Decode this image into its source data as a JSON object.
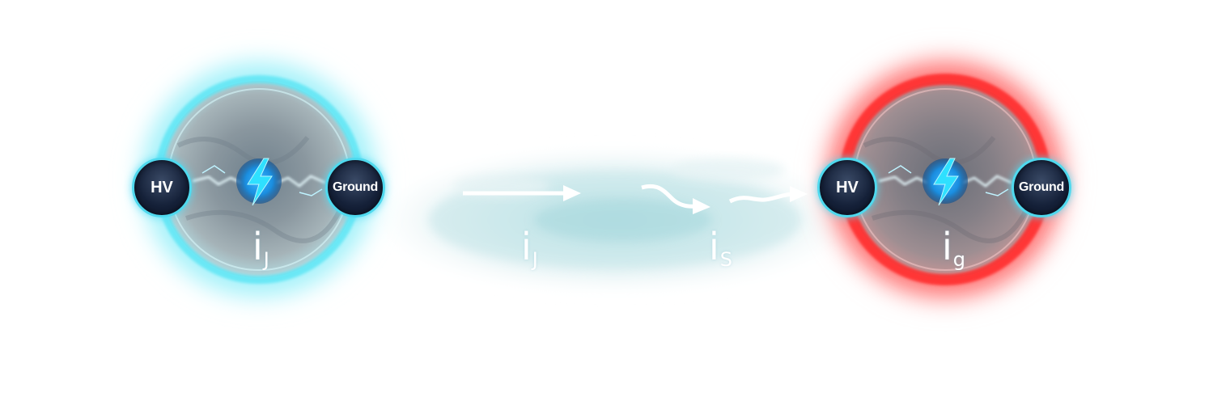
{
  "panels": [
    {
      "id": "left",
      "glow_color": "#4fe3f2",
      "terminal_left": "HV",
      "terminal_right": "Ground",
      "current": {
        "symbol": "i",
        "subscript": "J"
      }
    },
    {
      "id": "right",
      "glow_color": "#ff2a2a",
      "terminal_left": "HV",
      "terminal_right": "Ground",
      "current": {
        "symbol": "i",
        "subscript": "g"
      }
    }
  ],
  "flow": {
    "current_a": {
      "symbol": "i",
      "subscript": "J"
    },
    "current_b": {
      "symbol": "i",
      "subscript": "S"
    }
  },
  "icons": {
    "bolt": "lightning-bolt-icon",
    "straight_arrow": "straight-arrow-icon",
    "wavy_arrow": "wavy-arrow-icon"
  },
  "colors": {
    "hv_core": "#1a9ef0",
    "node_ring": "#4fd9ee",
    "field": "#bfe6ea"
  }
}
